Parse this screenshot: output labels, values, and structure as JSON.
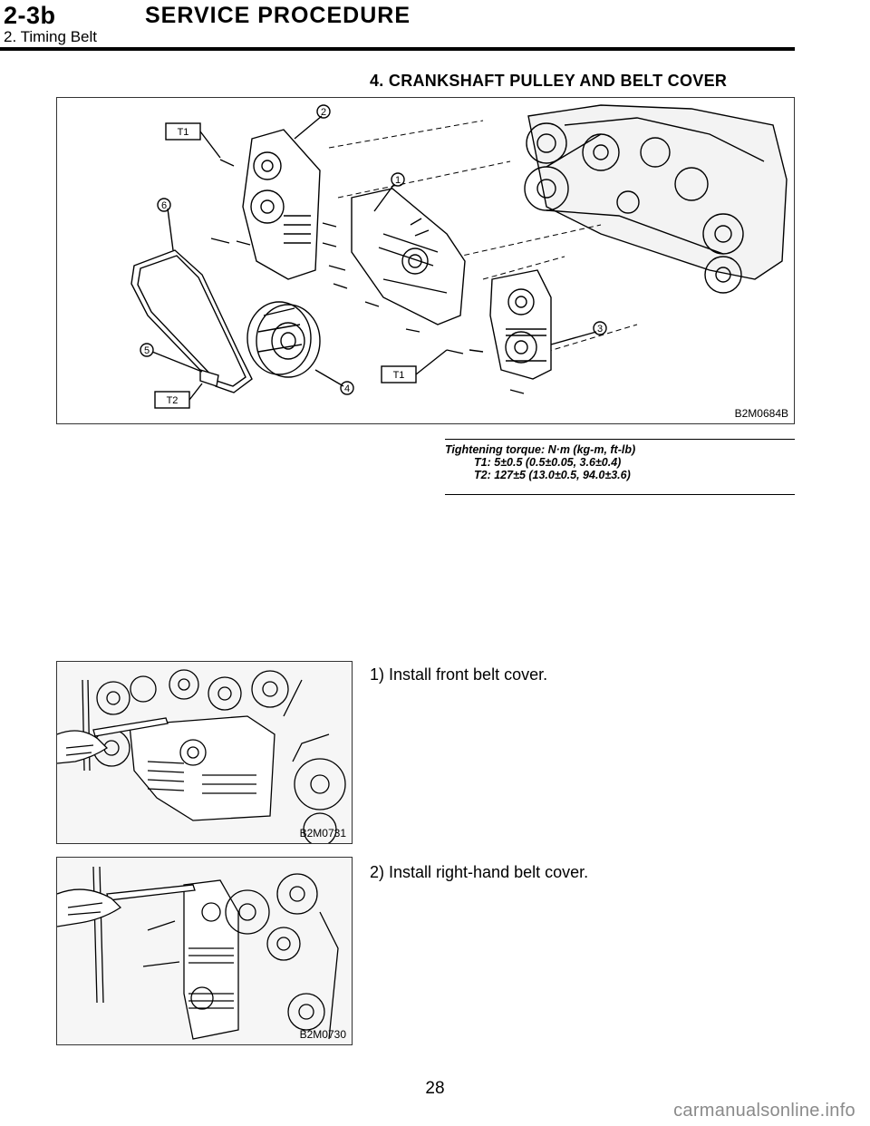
{
  "header": {
    "section_number": "2-3b",
    "section_title": "SERVICE PROCEDURE",
    "subsection": "2. Timing Belt"
  },
  "main": {
    "heading": "4. CRANKSHAFT PULLEY AND BELT COVER",
    "figure1": {
      "code": "B2M0684B",
      "callouts": [
        "1",
        "2",
        "3",
        "4",
        "5",
        "6"
      ],
      "torque_tags": [
        "T1",
        "T1",
        "T2"
      ]
    },
    "torque": {
      "title": "Tightening torque: N·m (kg-m, ft-lb)",
      "t1": "T1: 5±0.5 (0.5±0.05, 3.6±0.4)",
      "t2": "T2: 127±5 (13.0±0.5, 94.0±3.6)"
    },
    "steps": [
      {
        "text": "1) Install front belt cover.",
        "figure_code": "B2M0731"
      },
      {
        "text": "2) Install right-hand belt cover.",
        "figure_code": "B2M0730"
      }
    ]
  },
  "footer": {
    "page_number": "28",
    "watermark": "carmanualsonline.info"
  }
}
